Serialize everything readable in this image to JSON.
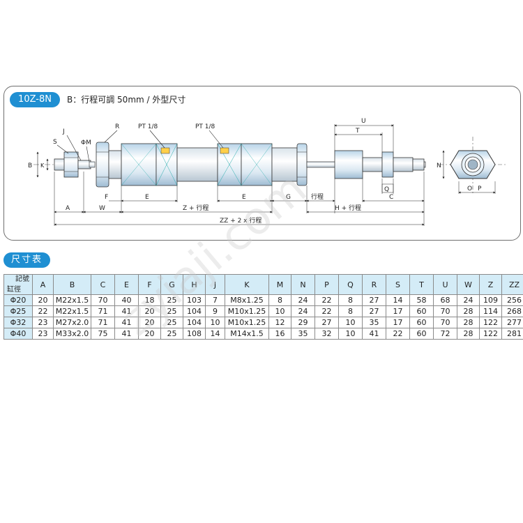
{
  "header": {
    "model": "10Z-8N",
    "subtitle": "B：行程可調 50mm / 外型尺寸"
  },
  "drawing": {
    "labels": {
      "R": "R",
      "PT1": "PT 1/8",
      "PT2": "PT 1/8",
      "S": "S",
      "J": "J",
      "PhiM": "ΦM",
      "B": "B",
      "K": "K",
      "U": "U",
      "T": "T",
      "N": "N",
      "Q": "Q",
      "O": "O",
      "P": "P",
      "A": "A",
      "W": "W",
      "F": "F",
      "E1": "E",
      "ZStroke": "Z + 行程",
      "E2": "E",
      "G": "G",
      "Stroke": "行程",
      "HStroke": "H + 行程",
      "C": "C",
      "ZZ": "ZZ + 2 x 行程"
    }
  },
  "table": {
    "title": "尺寸表",
    "corner_top": "記號",
    "corner_bottom": "缸徑",
    "columns": [
      "A",
      "B",
      "C",
      "E",
      "F",
      "G",
      "H",
      "J",
      "K",
      "M",
      "N",
      "P",
      "Q",
      "R",
      "S",
      "T",
      "U",
      "W",
      "Z",
      "ZZ"
    ],
    "rows": [
      {
        "bore": "Φ20",
        "cells": [
          "20",
          "M22x1.5",
          "70",
          "40",
          "18",
          "25",
          "103",
          "7",
          "M8x1.25",
          "8",
          "24",
          "22",
          "8",
          "27",
          "14",
          "58",
          "68",
          "24",
          "109",
          "256"
        ]
      },
      {
        "bore": "Φ25",
        "cells": [
          "22",
          "M22x1.5",
          "71",
          "41",
          "20",
          "25",
          "104",
          "9",
          "M10x1.25",
          "10",
          "24",
          "22",
          "8",
          "27",
          "17",
          "60",
          "70",
          "28",
          "114",
          "268"
        ]
      },
      {
        "bore": "Φ32",
        "cells": [
          "23",
          "M27x2.0",
          "71",
          "41",
          "20",
          "25",
          "104",
          "10",
          "M10x1.25",
          "12",
          "29",
          "27",
          "10",
          "35",
          "17",
          "60",
          "70",
          "28",
          "122",
          "277"
        ]
      },
      {
        "bore": "Φ40",
        "cells": [
          "23",
          "M33x2.0",
          "75",
          "41",
          "20",
          "25",
          "108",
          "14",
          "M14x1.5",
          "16",
          "35",
          "32",
          "10",
          "41",
          "22",
          "60",
          "72",
          "28",
          "122",
          "281"
        ]
      }
    ]
  }
}
